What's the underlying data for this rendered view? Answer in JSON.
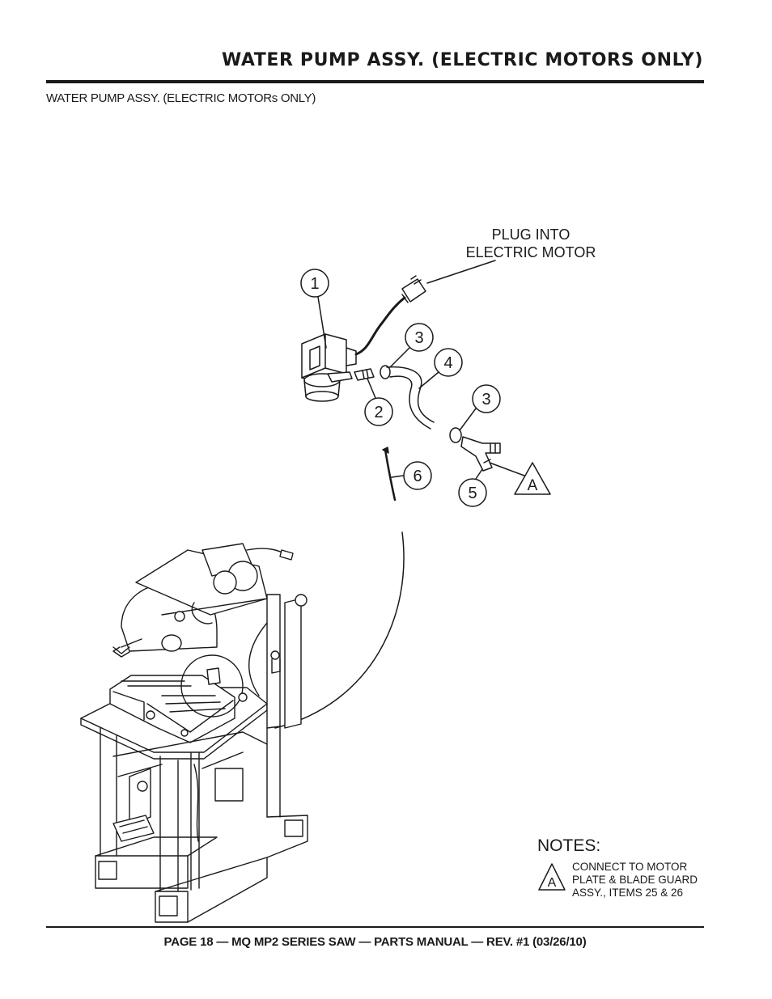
{
  "header": {
    "title": "WATER PUMP ASSY.  (ELECTRIC MOTORS ONLY)",
    "subtitle": "WATER PUMP ASSY. (ELECTRIC MOTORs ONLY)"
  },
  "diagram": {
    "callout_plug": [
      "PLUG INTO",
      "ELECTRIC MOTOR"
    ],
    "items": [
      "1",
      "2",
      "3",
      "4",
      "3",
      "5",
      "6"
    ],
    "ref_marker": "A"
  },
  "notes": {
    "heading": "NOTES:",
    "marker": "A",
    "lines": [
      "CONNECT TO MOTOR",
      "PLATE & BLADE GUARD",
      "ASSY., ITEMS 25 & 26"
    ]
  },
  "footer": {
    "text": "PAGE 18 — MQ MP2 SERIES SAW — PARTS MANUAL — REV. #1  (03/26/10)"
  }
}
